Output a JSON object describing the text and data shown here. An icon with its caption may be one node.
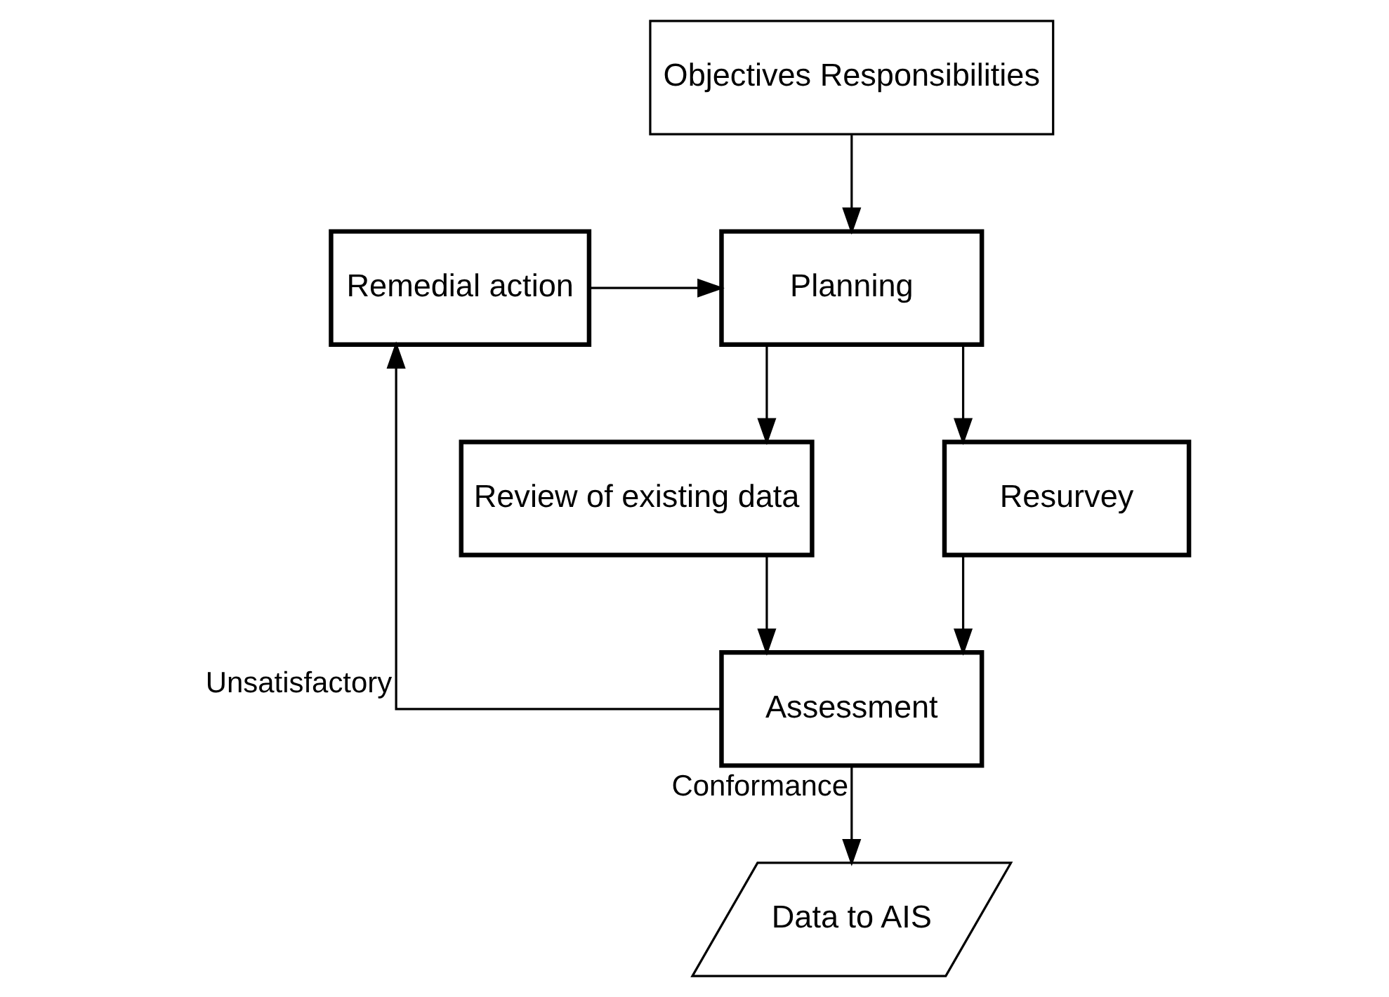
{
  "diagram": {
    "nodes": [
      {
        "text": [
          "Objectives Responsibilities"
        ]
      },
      {
        "text": [
          "Remedial action"
        ]
      },
      {
        "text": [
          "Planning"
        ]
      },
      {
        "text": [
          "Review of existing data"
        ]
      },
      {
        "text": [
          "Resurvey"
        ]
      },
      {
        "text": [
          "Assessment"
        ]
      },
      {
        "text": [
          "Data to AIS"
        ]
      }
    ],
    "edges": [
      {
        "from": 0,
        "to": 2,
        "arrow": "to"
      },
      {
        "from": 1,
        "to": 2,
        "arrow": "to"
      },
      {
        "from": 2,
        "to": 3,
        "arrow": "to"
      },
      {
        "from": 2,
        "to": 4,
        "arrow": "to"
      },
      {
        "from": 3,
        "to": 5,
        "arrow": "to"
      },
      {
        "from": 4,
        "to": 5,
        "arrow": "to"
      },
      {
        "from": 5,
        "to": 1,
        "arrow": "to",
        "label": "Unsatisfactory"
      },
      {
        "from": 5,
        "to": 6,
        "arrow": "to",
        "label": "Conformance"
      }
    ]
  }
}
